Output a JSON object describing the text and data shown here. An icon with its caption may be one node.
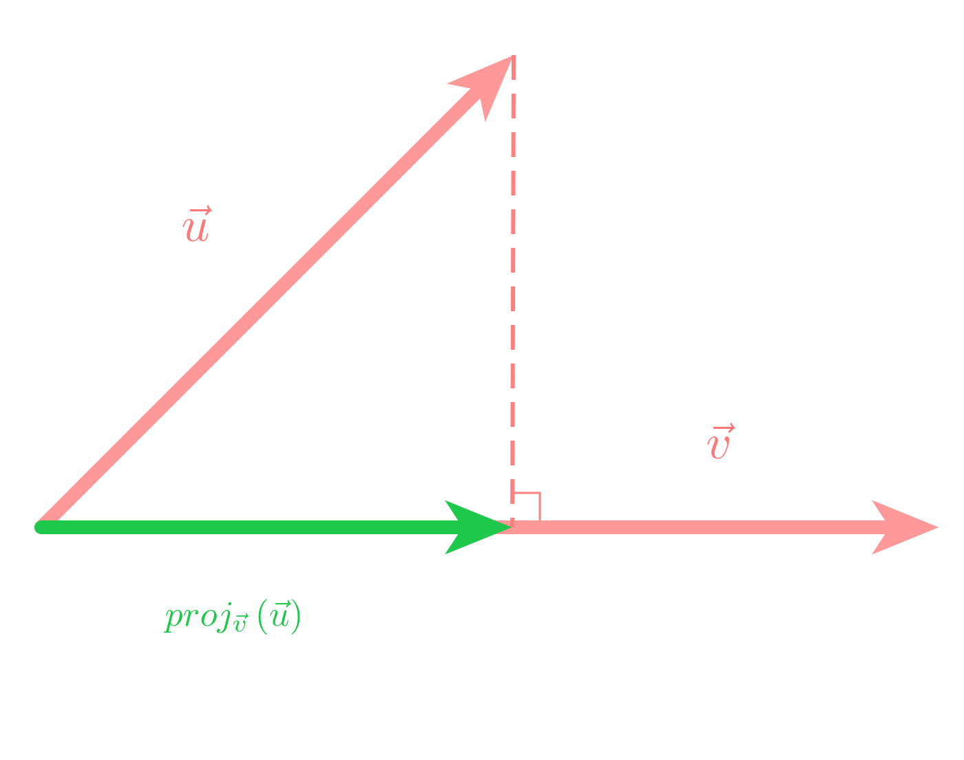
{
  "diagram": {
    "labels": [
      "\\vec{u}",
      "\\vec{v}",
      "proj_{\\vec{v}}\\,(\\vec{u})"
    ]
  }
}
